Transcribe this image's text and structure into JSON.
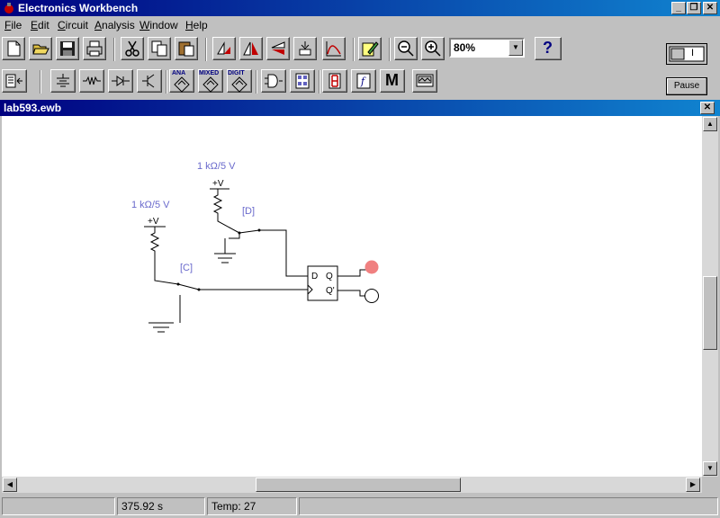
{
  "app": {
    "title": "Electronics Workbench"
  },
  "menu": [
    "File",
    "Edit",
    "Circuit",
    "Analysis",
    "Window",
    "Help"
  ],
  "menu_mnemonics": [
    "F",
    "E",
    "C",
    "A",
    "W",
    "H"
  ],
  "toolbar": {
    "zoom": "80%",
    "help": "?",
    "pause": "Pause",
    "power_label": "I"
  },
  "parts_bin": {
    "analog": "ANA",
    "mixed": "MIXED",
    "digital": "DIGIT",
    "misc": "M"
  },
  "document": {
    "title": "lab593.ewb"
  },
  "circuit": {
    "top_supply_label": "1 kΩ/5 V",
    "top_supply_voltage": "+V",
    "left_supply_label": "1 kΩ/5 V",
    "left_supply_voltage": "+V",
    "switch_d_key": "[D]",
    "switch_c_key": "[C]",
    "ff_d": "D",
    "ff_q": "Q",
    "ff_qbar": "Q'",
    "probe_q_color": "#f08080",
    "probe_qbar_color": "#ffffff",
    "label_color": "#6a6acc"
  },
  "status": {
    "time": "375.92 s",
    "temp": "Temp:  27"
  }
}
